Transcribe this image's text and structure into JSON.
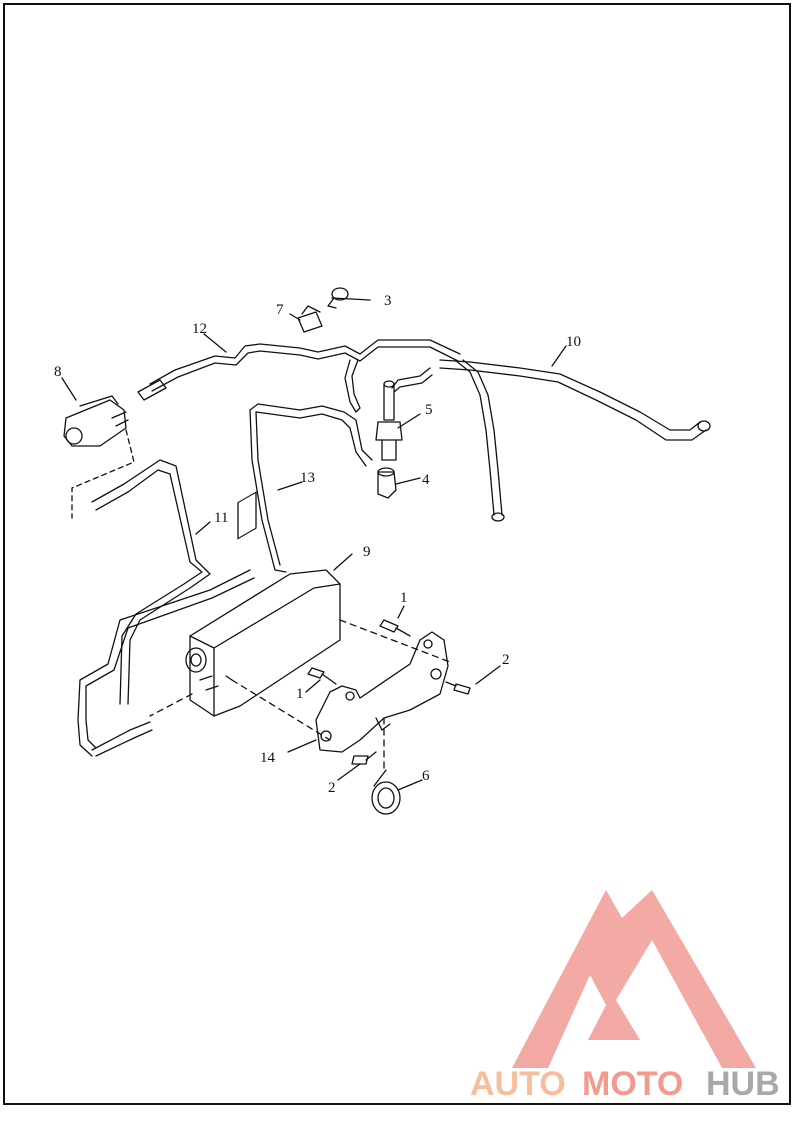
{
  "callouts": [
    {
      "id": "c1a",
      "label": "1"
    },
    {
      "id": "c1b",
      "label": "1"
    },
    {
      "id": "c2a",
      "label": "2"
    },
    {
      "id": "c2b",
      "label": "2"
    },
    {
      "id": "c3",
      "label": "3"
    },
    {
      "id": "c4",
      "label": "4"
    },
    {
      "id": "c5",
      "label": "5"
    },
    {
      "id": "c6",
      "label": "6"
    },
    {
      "id": "c7",
      "label": "7"
    },
    {
      "id": "c8",
      "label": "8"
    },
    {
      "id": "c9",
      "label": "9"
    },
    {
      "id": "c10",
      "label": "10"
    },
    {
      "id": "c11",
      "label": "11"
    },
    {
      "id": "c12",
      "label": "12"
    },
    {
      "id": "c13",
      "label": "13"
    },
    {
      "id": "c14",
      "label": "14"
    }
  ],
  "watermark": {
    "part1": "AUTO",
    "part2": "MOTO",
    "part3": "HUB",
    "colors": {
      "part1": "#f5b48a",
      "part2": "#f08a7a",
      "part3": "#9a9a9a",
      "triangle": "#f29b94"
    }
  },
  "colors": {
    "line": "#111111",
    "background": "#ffffff"
  }
}
